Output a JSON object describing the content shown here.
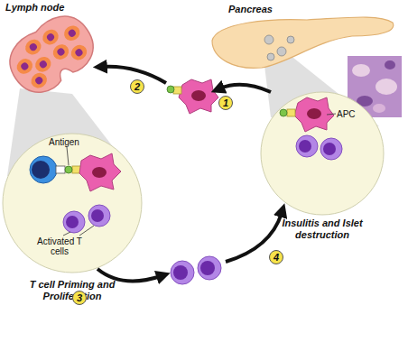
{
  "diagram": {
    "nodes": [
      {
        "text": [
          "Lymph node"
        ]
      },
      {
        "text": [
          "Pancreas"
        ]
      },
      {
        "text": [
          "T cell Priming and Proliferation"
        ]
      },
      {
        "text": [
          "Insulitis and Islet destruction"
        ]
      }
    ],
    "labels": [
      "1",
      "2",
      "3",
      "4",
      "Antigen",
      "APC",
      "Activated T cells"
    ]
  }
}
